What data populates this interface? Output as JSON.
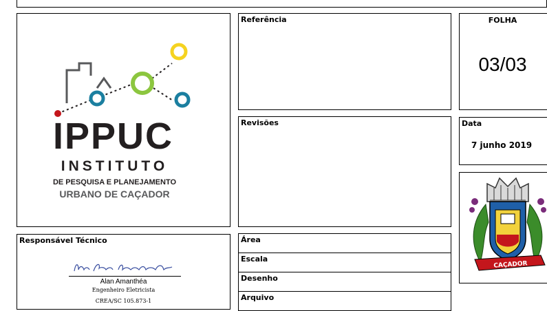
{
  "logo": {
    "acronym": "IPPUC",
    "line1": "INSTITUTO",
    "line2": "DE PESQUISA E PLANEJAMENTO",
    "line3": "URBANO DE CAÇADOR",
    "colors": {
      "dark": "#231f20",
      "red": "#c4161c",
      "blue": "#1b7fa0",
      "green": "#8cc63f",
      "yellow": "#f5d320",
      "gray": "#58595b"
    }
  },
  "referencia": {
    "label": "Referência"
  },
  "folha": {
    "label": "FOLHA",
    "value": "03/03"
  },
  "revisoes": {
    "label": "Revisões"
  },
  "data": {
    "label": "Data",
    "value": "7 junho 2019"
  },
  "brasao": {
    "banner": "CAÇADOR"
  },
  "responsavel": {
    "label": "Responsável Técnico",
    "name": "Alan Amanthéa",
    "title": "Engenheiro Eletricista",
    "crea": "CREA/SC 105.873-1"
  },
  "fields": {
    "area": "Área",
    "escala": "Escala",
    "desenho": "Desenho",
    "arquivo": "Arquivo"
  }
}
